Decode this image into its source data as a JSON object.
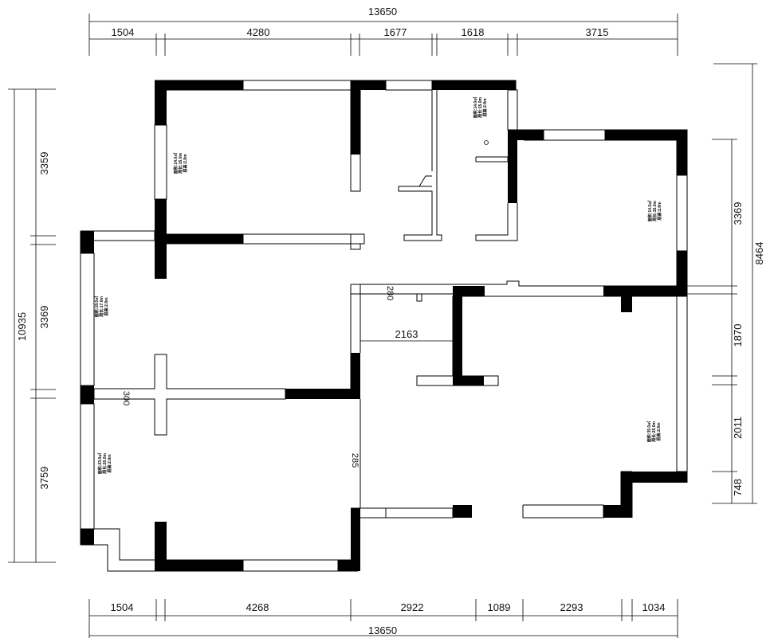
{
  "plan": {
    "top_total": "13650",
    "bottom_total": "13650",
    "top_segments": [
      "1504",
      "4280",
      "1677",
      "1618",
      "3715"
    ],
    "bottom_segments": [
      "1504",
      "4268",
      "2922",
      "1089",
      "2293",
      "1034"
    ],
    "left_total": "10935",
    "left_segments": [
      "3359",
      "3369",
      "3759"
    ],
    "right_total": "8464",
    "right_segments": [
      "3369",
      "1870",
      "2011",
      "748"
    ],
    "interior_dims": {
      "wall_offset_upper": "280",
      "corridor_width": "2163",
      "wall_offset_left": "300",
      "wall_offset_lower": "285"
    },
    "room_labels": [
      [
        "面积:14.0㎡",
        "周长:15.0m",
        "层高:2.8m"
      ],
      [
        "面积:14.0㎡",
        "周长:15.0m",
        "层高:2.8m"
      ],
      [
        "面积:14.0㎡",
        "周长:15.0m",
        "层高:2.8m"
      ],
      [
        "面积:18.0㎡",
        "周长:17.0m",
        "层高:2.8m"
      ],
      [
        "面积:23.0㎡",
        "周长:20.0m",
        "层高:2.8m"
      ],
      [
        "面积:35.0㎡",
        "周长:25.0m",
        "层高:2.8m"
      ]
    ]
  }
}
